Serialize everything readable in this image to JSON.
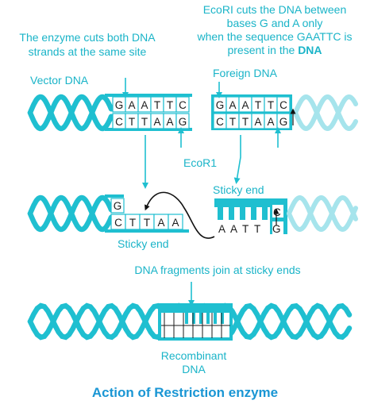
{
  "labels": {
    "ecori_line1": "EcoRI cuts the DNA between",
    "ecori_line2": "bases G and A only",
    "ecori_line3_pre": "when the sequence GAATTC is",
    "ecori_line4_pre": "present in the ",
    "ecori_line4_bold": "DNA",
    "enzyme_line1": "The enzyme cuts both DNA",
    "enzyme_line2": "strands at the same site",
    "vector_dna": "Vector DNA",
    "foreign_dna": "Foreign DNA",
    "ecor1": "EcoR1",
    "sticky_end_right": "Sticky end",
    "sticky_end_left": "Sticky end",
    "fragments_join": "DNA fragments join at sticky ends",
    "recombinant_line1": "Recombinant",
    "recombinant_line2": "DNA",
    "title": "Action of Restriction enzyme"
  },
  "sequences": {
    "vector_top": [
      "G",
      "A",
      "A",
      "T",
      "T",
      "C"
    ],
    "vector_bottom": [
      "C",
      "T",
      "T",
      "A",
      "A",
      "G"
    ],
    "foreign_top": [
      "G",
      "A",
      "A",
      "T",
      "T",
      "C"
    ],
    "foreign_bottom": [
      "C",
      "T",
      "T",
      "A",
      "A",
      "G"
    ],
    "left_sticky_top": [
      "G"
    ],
    "left_sticky_bottom": [
      "C",
      "T",
      "T",
      "A",
      "A"
    ],
    "right_sticky_top": [
      "C"
    ],
    "right_sticky_bottom": [
      "A",
      "A",
      "T",
      "T",
      "G"
    ]
  },
  "colors": {
    "dna": "#1fbfd0",
    "dna_light": "#a6e4ec",
    "label": "#1ab4c8",
    "title": "#1a96d4",
    "base_text": "#1b1b1b"
  }
}
